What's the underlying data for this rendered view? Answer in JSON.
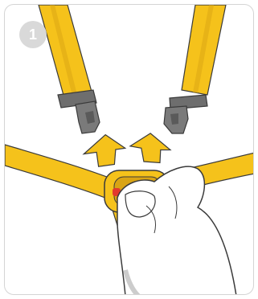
{
  "step": {
    "number": "1"
  },
  "icons": {
    "left_strap": "shoulder-strap-left",
    "right_strap": "shoulder-strap-right",
    "left_arrow": "up-arrow",
    "right_arrow": "up-arrow",
    "buckle": "harness-buckle",
    "hand": "hand"
  },
  "colors": {
    "strap_yellow": "#f5c21b",
    "strap_shadow": "#d9a414",
    "clip_gray": "#6e6e6e",
    "badge_gray": "#d9d9d9",
    "release_red": "#e23a2e",
    "outline": "#3a3a3a"
  }
}
